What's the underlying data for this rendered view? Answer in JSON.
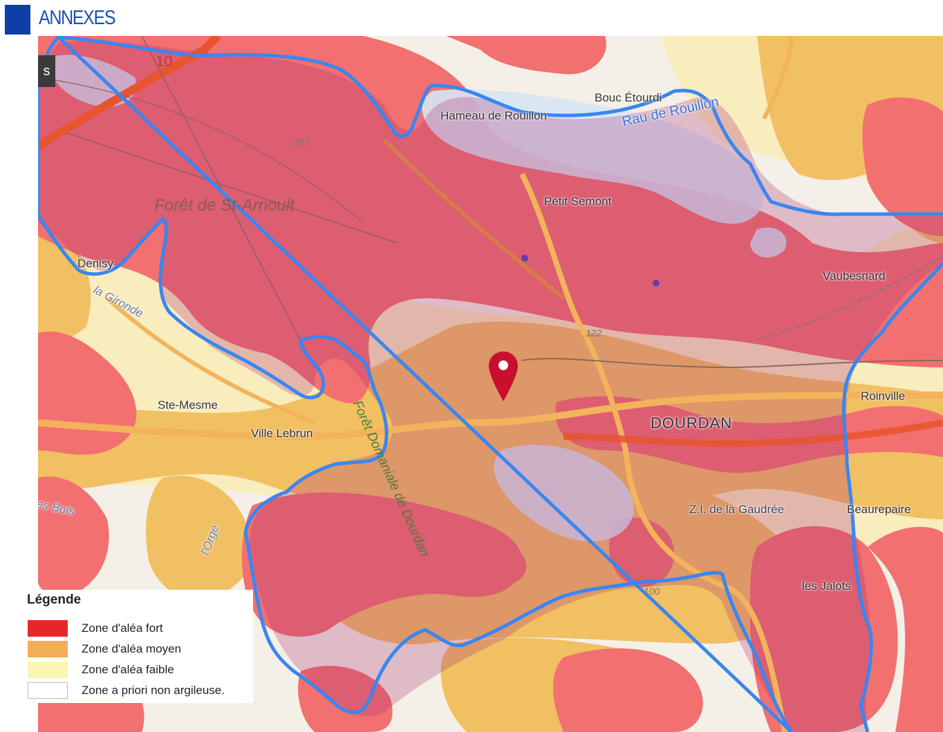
{
  "header": {
    "title": "ANNEXES"
  },
  "map": {
    "partial_tab_label": "s",
    "labels": {
      "foret_st_arnoult": "Forêt de St-Arnoult",
      "hameau_rouillon": "Hameau de Rouillon",
      "bouc_etourdi": "Bouc Étourdi",
      "rau_rouillon": "Rau de Rouillon",
      "petit_semont": "Petit Semont",
      "denisy": "Denisy",
      "la_gironde": "la Gironde",
      "vaubesnard": "Vaubesnard",
      "ste_mesme": "Ste-Mesme",
      "ville_lebrun": "Ville Lebrun",
      "dourdan": "DOURDAN",
      "roinville": "Roinville",
      "foret_domaniale": "Forêt Domaniale de Dourdan",
      "zi_gaudree": "Z.I. de la Gaudrée",
      "beaurepaire": "Beaurepaire",
      "les_bois": "es Bois",
      "orge": "l'Orge",
      "les_jalots": "les Jalots",
      "road_10": "10",
      "elev_163": "163",
      "elev_122": "122",
      "elev_100": "100"
    }
  },
  "legend": {
    "title": "Légende",
    "items": [
      {
        "label": "Zone d'aléa fort",
        "color": "#e8262a"
      },
      {
        "label": "Zone d'aléa moyen",
        "color": "#f5ac58"
      },
      {
        "label": "Zone d'aléa faible",
        "color": "#fbf4b4"
      },
      {
        "label": "Zone a priori non argileuse.",
        "color": "#ffffff"
      }
    ]
  },
  "colors": {
    "accent": "#0d3fa6",
    "boundary": "#3a86f0",
    "hazard_high": "#f27070",
    "hazard_mid": "#f0c060",
    "hazard_low": "#f8e8b0",
    "marker": "#c8102e"
  }
}
